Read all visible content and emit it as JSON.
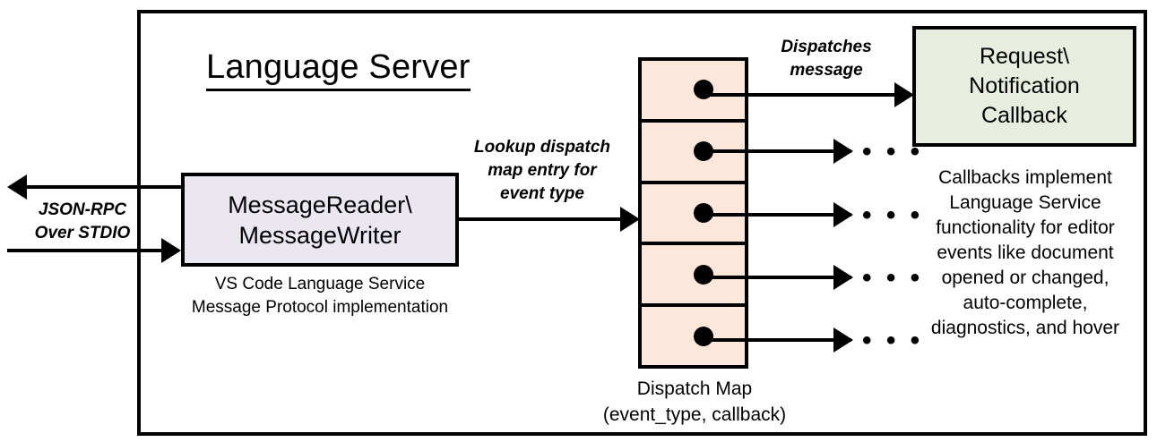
{
  "diagram": {
    "title": "Language Server",
    "container_name": "language-server-boundary",
    "colors": {
      "message_box_fill": "#EAE7F1",
      "dispatch_map_fill": "#FCE7DA",
      "callback_box_fill": "#E8EEDF",
      "stroke": "#000000",
      "background": "#FFFFFF"
    },
    "nodes": {
      "message_reader_writer": {
        "label_line1": "MessageReader\\",
        "label_line2": "MessageWriter",
        "caption_line1": "VS Code Language Service",
        "caption_line2": "Message Protocol implementation"
      },
      "dispatch_map": {
        "caption_line1": "Dispatch Map",
        "caption_line2": "(event_type, callback)",
        "cell_count": 5,
        "cells": [
          {
            "index": 1,
            "has_callback_dot": true
          },
          {
            "index": 2,
            "has_callback_dot": true
          },
          {
            "index": 3,
            "has_callback_dot": true
          },
          {
            "index": 4,
            "has_callback_dot": true
          },
          {
            "index": 5,
            "has_callback_dot": true
          }
        ]
      },
      "callback": {
        "label_line1": "Request\\",
        "label_line2": "Notification",
        "label_line3": "Callback",
        "caption_line1": "Callbacks implement",
        "caption_line2": "Language Service",
        "caption_line3": "functionality for editor",
        "caption_line4": "events like document",
        "caption_line5": "opened or changed,",
        "caption_line6": "auto-complete,",
        "caption_line7": "diagnostics, and hover"
      }
    },
    "edges": {
      "transport": {
        "label_line1": "JSON-RPC",
        "label_line2": "Over STDIO"
      },
      "lookup": {
        "label_line1": "Lookup dispatch",
        "label_line2": "map entry for",
        "label_line3": "event type"
      },
      "dispatch": {
        "label_line1": "Dispatches",
        "label_line2": "message"
      },
      "more_marker": "• • •"
    }
  }
}
